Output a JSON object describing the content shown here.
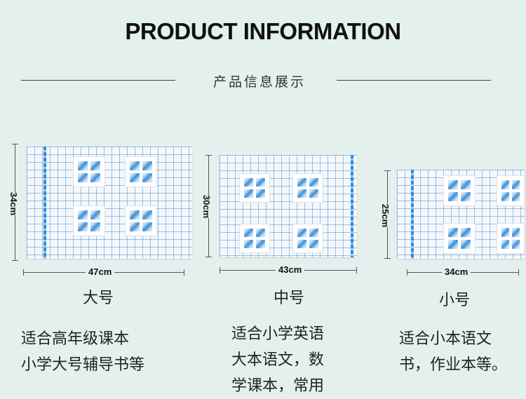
{
  "header": {
    "title": "PRODUCT INFORMATION",
    "subtitle": "产品信息展示"
  },
  "products": [
    {
      "width_label": "47cm",
      "height_label": "34cm",
      "size_name": "大号",
      "description": "适合高年级课本\n小学大号辅导书等"
    },
    {
      "width_label": "43cm",
      "height_label": "30cm",
      "size_name": "中号",
      "description": "适合小学英语\n大本语文，数\n学课本，常用"
    },
    {
      "width_label": "34cm",
      "height_label": "25cm",
      "size_name": "小号",
      "description": "适合小本语文\n书，作业本等。"
    }
  ],
  "colors": {
    "background": "#e3f0ee",
    "grid": "#5a8cc8",
    "tape": "#2b8de0"
  }
}
